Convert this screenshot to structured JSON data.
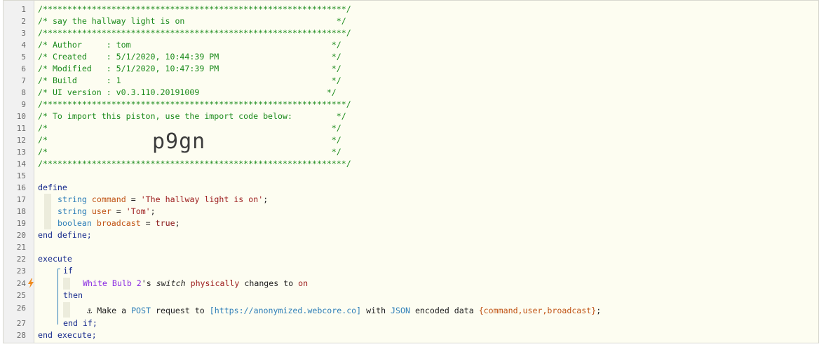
{
  "gutter": {
    "line_numbers": [
      "1",
      "2",
      "3",
      "4",
      "5",
      "6",
      "7",
      "8",
      "9",
      "10",
      "11",
      "12",
      "13",
      "14",
      "15",
      "16",
      "17",
      "18",
      "19",
      "20",
      "21",
      "22",
      "23",
      "24",
      "25",
      "26",
      "27",
      "28"
    ]
  },
  "header": {
    "stars": "/**************************************************************/",
    "title": "/* say the hallway light is on                               */",
    "author": "/* Author     : tom                                         */",
    "created": "/* Created    : 5/1/2020, 10:44:39 PM                       */",
    "modified": "/* Modified   : 5/1/2020, 10:47:39 PM                       */",
    "build": "/* Build      : 1                                           */",
    "ui_version": "/* UI version : v0.3.110.20191009                          */",
    "import_note": "/* To import this piston, use the import code below:         */",
    "blank_comment": "/*                                                          */",
    "import_code": "p9gn"
  },
  "define": {
    "keyword": "define",
    "end": "end define;",
    "vars": [
      {
        "type": "string",
        "name": "command",
        "eq": " = ",
        "value": "'The hallway light is on'",
        "semi": ";"
      },
      {
        "type": "string",
        "name": "user",
        "eq": " = ",
        "value": "'Tom'",
        "semi": ";"
      },
      {
        "type": "boolean",
        "name": "broadcast",
        "eq": " = ",
        "value": "true",
        "semi": ";"
      }
    ]
  },
  "execute": {
    "keyword": "execute",
    "if_kw": "if",
    "condition": {
      "device": "White Bulb 2",
      "possessive": "'s ",
      "attribute": "switch",
      "operator": "physically",
      "changes": " changes to ",
      "value": "on"
    },
    "then_kw": "then",
    "action": {
      "anchor": "⚓",
      "prefix": " Make a ",
      "method": "POST",
      "request_to": " request to ",
      "url": "[https://anonymized.webcore.co]",
      "with": " with ",
      "format": "JSON",
      "encoded": " encoded data ",
      "data": "{command,user,broadcast}",
      "semi": ";"
    },
    "end_if": "end if;",
    "end": "end execute;"
  },
  "colors": {
    "comment": "#1a8a1a",
    "keyword": "#14288c",
    "type": "#2f7fb8",
    "variable": "#c05314",
    "string": "#9b1a1a",
    "device": "#8a2be2",
    "trigger": "#f08a1c"
  }
}
